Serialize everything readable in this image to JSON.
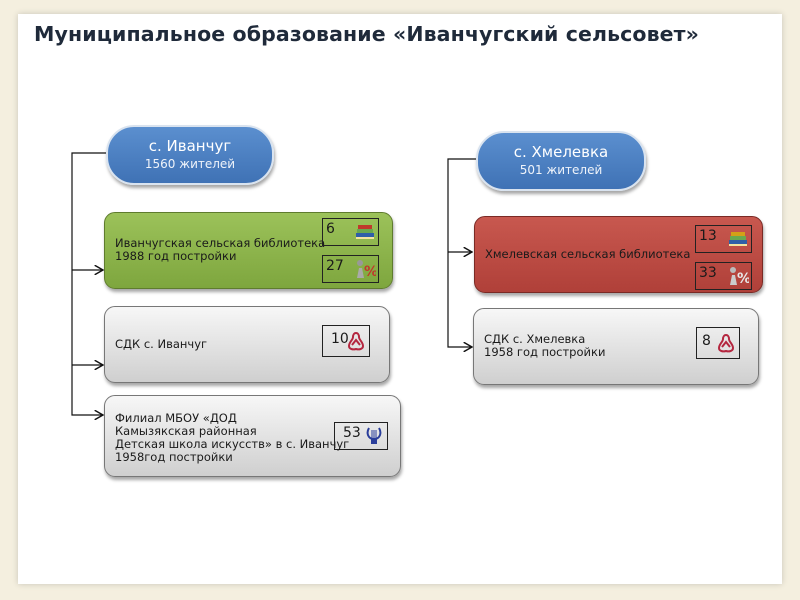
{
  "title": "Муниципальное образование «Иванчугский сельсовет»",
  "villages": [
    {
      "name": "с. Иванчуг",
      "population": "1560 жителей"
    },
    {
      "name": "с. Хмелевка",
      "population": "501 жителей"
    }
  ],
  "institutions": {
    "ivanchug_library": {
      "text": "Иванчугская сельская библиотека\n1988 год постройки",
      "badge_top": "6",
      "badge_bottom": "27"
    },
    "ivanchug_sdk": {
      "text": "СДК с. Иванчуг",
      "badge": "10"
    },
    "ivanchug_school": {
      "text": "Филиал МБОУ «ДОД\nКамызякская районная\nДетская школа искусств» в с. Иванчуг\n1958год постройки",
      "badge": "53"
    },
    "hmelevka_library": {
      "text": "Хмелевская  сельская библиотека",
      "badge_top": "13",
      "badge_bottom": "33"
    },
    "hmelevka_sdk": {
      "text": "СДК с. Хмелевка\n1958 год постройки",
      "badge": "8"
    }
  },
  "colors": {
    "village": "#4a7fc1",
    "library_ivanchug": "#8db34a",
    "library_hmelevka": "#bf4b43",
    "gray_box": "#e3e3e3"
  },
  "icons": [
    "books-icon",
    "percent-person-icon",
    "theatre-icon",
    "lyre-icon"
  ]
}
